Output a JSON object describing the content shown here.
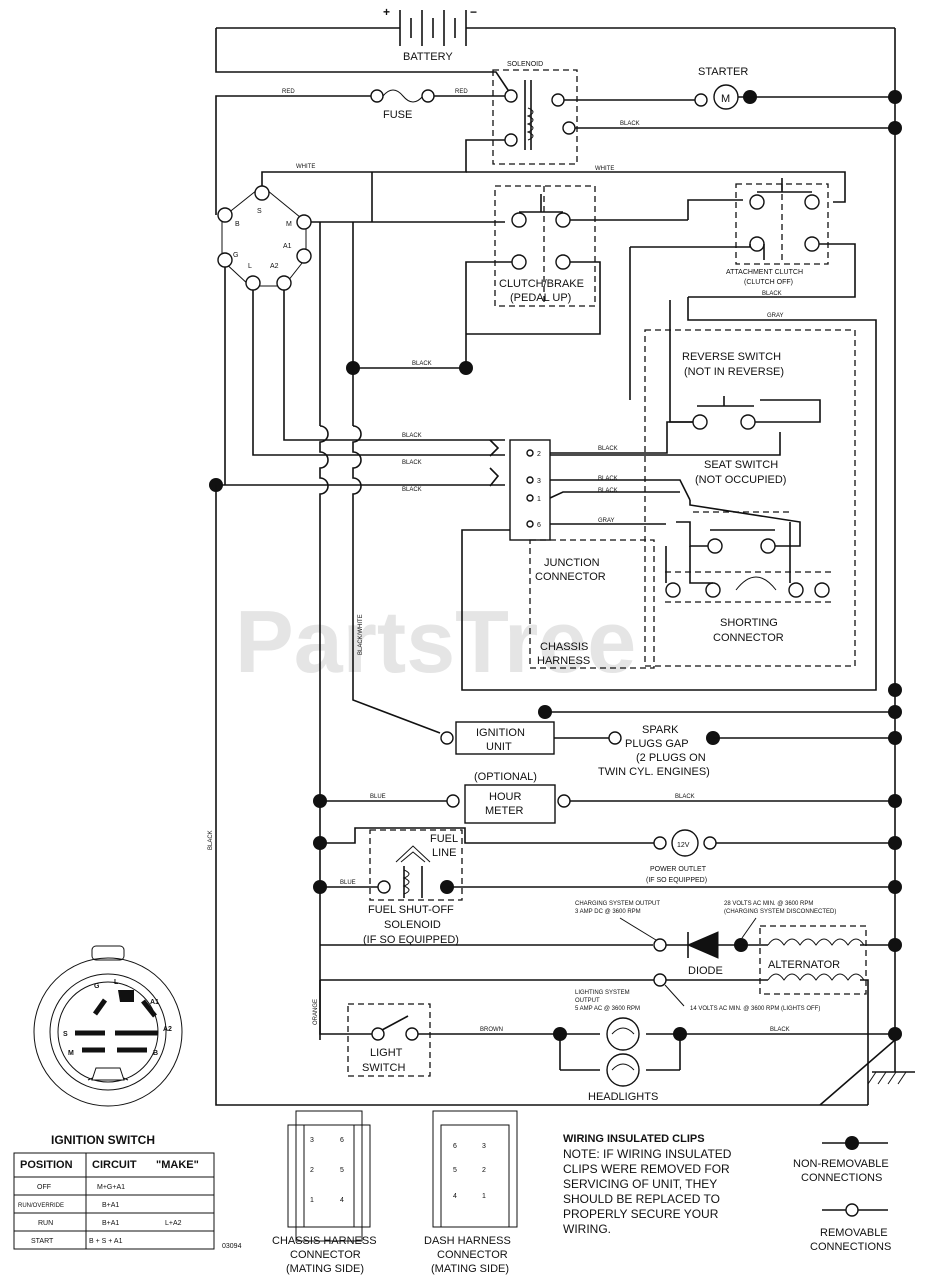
{
  "watermark": "PartsTree",
  "components": {
    "battery": "BATTERY",
    "battery_plus": "+",
    "battery_minus": "−",
    "solenoid": "SOLENOID",
    "starter": "STARTER",
    "starter_symbol": "M",
    "fuse": "FUSE",
    "clutch_brake": "CLUTCH/BRAKE",
    "clutch_brake_state": "(PEDAL UP)",
    "attachment_clutch": "ATTACHMENT CLUTCH",
    "attachment_clutch_state": "(CLUTCH OFF)",
    "reverse_switch": "REVERSE SWITCH",
    "reverse_switch_state": "(NOT IN REVERSE)",
    "seat_switch": "SEAT SWITCH",
    "seat_switch_state": "(NOT OCCUPIED)",
    "junction_connector": [
      "JUNCTION",
      "CONNECTOR"
    ],
    "shorting_connector": [
      "SHORTING",
      "CONNECTOR"
    ],
    "chassis_harness": [
      "CHASSIS",
      "HARNESS"
    ],
    "ignition_unit": [
      "IGNITION",
      "UNIT"
    ],
    "spark_plugs": [
      "SPARK",
      "PLUGS GAP",
      "(2 PLUGS ON",
      "TWIN CYL. ENGINES)"
    ],
    "hour_meter_optional": "(OPTIONAL)",
    "hour_meter": [
      "HOUR",
      "METER"
    ],
    "fuel_line": [
      "FUEL",
      "LINE"
    ],
    "power_outlet": "POWER OUTLET",
    "power_outlet_note": "(IF SO EQUIPPED)",
    "power_outlet_voltage": "12V",
    "fuel_solenoid": [
      "FUEL SHUT-OFF",
      "SOLENOID",
      "(IF SO EQUIPPED)"
    ],
    "charging_output": [
      "CHARGING SYSTEM OUTPUT",
      "3 AMP DC @ 3600 RPM"
    ],
    "charging_ac": [
      "28 VOLTS AC MIN. @ 3600 RPM",
      "(CHARGING SYSTEM DISCONNECTED)"
    ],
    "diode": "DIODE",
    "alternator": "ALTERNATOR",
    "lighting_output": [
      "LIGHTING SYSTEM",
      "OUTPUT",
      "5 AMP AC @ 3600 RPM"
    ],
    "lighting_ac": "14 VOLTS AC MIN. @ 3600 RPM (LIGHTS OFF)",
    "light_switch": [
      "LIGHT",
      "SWITCH"
    ],
    "headlights": "HEADLIGHTS"
  },
  "switch_terminals": [
    "B",
    "S",
    "M",
    "A1",
    "G",
    "L",
    "A2"
  ],
  "junction_pins": [
    "2",
    "3",
    "1",
    "6"
  ],
  "wires": {
    "red": "RED",
    "black": "BLACK",
    "white": "WHITE",
    "gray": "GRAY",
    "black_white": "BLACK/WHITE",
    "blue": "BLUE",
    "brown": "BROWN",
    "orange": "ORANGE"
  },
  "ignition_switch": {
    "title": "IGNITION SWITCH",
    "face_letters": [
      "G",
      "L",
      "A1",
      "S",
      "A2",
      "M",
      "B"
    ],
    "headers": [
      "POSITION",
      "CIRCUIT",
      "\"MAKE\""
    ],
    "rows": [
      {
        "position": "OFF",
        "circuit": "M+G+A1",
        "make": ""
      },
      {
        "position": "RUN/OVERRIDE",
        "circuit": "B+A1",
        "make": ""
      },
      {
        "position": "RUN",
        "circuit": "B+A1",
        "make": "L+A2"
      },
      {
        "position": "START",
        "circuit": "B + S + A1",
        "make": ""
      }
    ]
  },
  "diagram_number": "03094",
  "chassis_connector": {
    "pins": [
      "3",
      "6",
      "2",
      "5",
      "1",
      "4"
    ],
    "caption": [
      "CHASSIS HARNESS",
      "CONNECTOR",
      "(MATING SIDE)"
    ]
  },
  "dash_connector": {
    "pins": [
      "6",
      "3",
      "5",
      "2",
      "4",
      "1"
    ],
    "caption": [
      "DASH HARNESS",
      "CONNECTOR",
      "(MATING SIDE)"
    ]
  },
  "notes": {
    "title": "WIRING INSULATED CLIPS",
    "lines": [
      "NOTE: IF WIRING INSULATED",
      "CLIPS WERE REMOVED FOR",
      "SERVICING OF UNIT, THEY",
      "SHOULD BE REPLACED TO",
      "PROPERLY SECURE YOUR",
      "WIRING."
    ]
  },
  "legend": {
    "non_removable": [
      "NON-REMOVABLE",
      "CONNECTIONS"
    ],
    "removable": [
      "REMOVABLE",
      "CONNECTIONS"
    ]
  }
}
